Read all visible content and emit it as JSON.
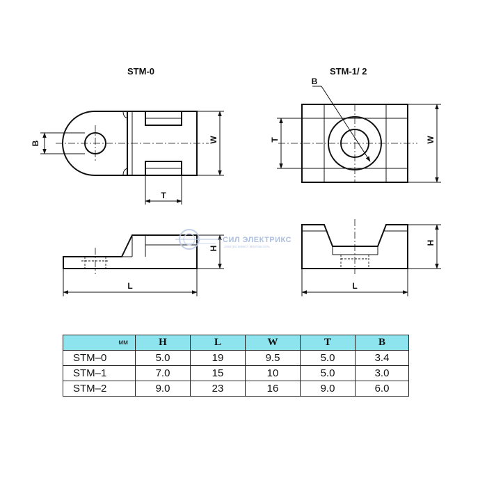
{
  "figures": {
    "left_title": "STM-0",
    "right_title": "STM-1/ 2",
    "dimension_labels": {
      "B": "B",
      "W": "W",
      "T": "T",
      "H": "H",
      "L": "L"
    }
  },
  "watermark": {
    "brand": "СИЛ ЭЛЕКТРИКС",
    "tagline": "электро инвест монтаж-сеть"
  },
  "table": {
    "unit_header": "мм",
    "columns": [
      "H",
      "L",
      "W",
      "T",
      "B"
    ],
    "rows": [
      {
        "model": "STM–0",
        "values": [
          "5.0",
          "19",
          "9.5",
          "5.0",
          "3.4"
        ]
      },
      {
        "model": "STM–1",
        "values": [
          "7.0",
          "15",
          "10",
          "5.0",
          "3.0"
        ]
      },
      {
        "model": "STM–2",
        "values": [
          "9.0",
          "23",
          "16",
          "9.0",
          "6.0"
        ]
      }
    ],
    "header_color": "#8ee4ee"
  }
}
